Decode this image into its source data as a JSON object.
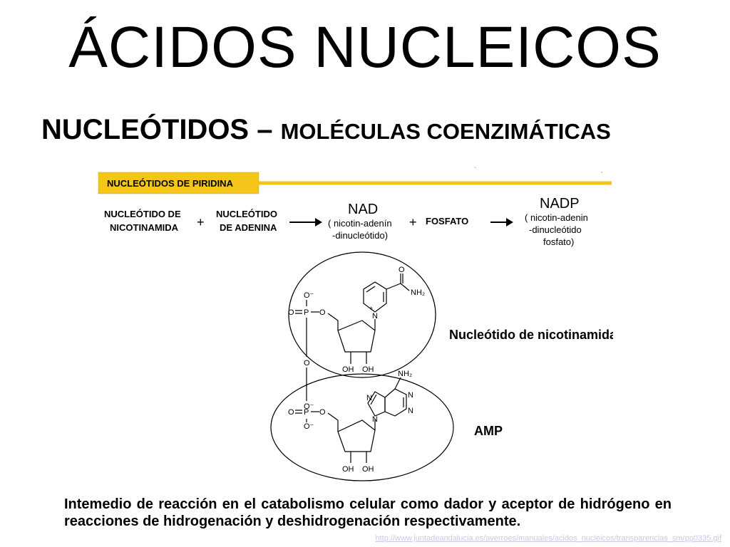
{
  "slide": {
    "title": "ÁCIDOS NUCLEICOS",
    "subtitle_main": "NUCLEÓTIDOS – ",
    "subtitle_rest": "MOLÉCULAS COENZIMÁTICAS"
  },
  "figure": {
    "banner_label": "NUCLEÓTIDOS DE PIRIDINA",
    "reaction": {
      "reactant1_line1": "NUCLEÓTIDO DE",
      "reactant1_line2": "NICOTINAMIDA",
      "plus": "+",
      "reactant2_line1": "NUCLEÓTIDO",
      "reactant2_line2": "DE ADENINA",
      "product1_name": "NAD",
      "product1_line1": "( nicotin-adenín",
      "product1_line2": "-dinucleótido)",
      "phosphate": "FOSFATO",
      "product2_name": "NADP",
      "product2_line1": "( nicotin-adenin",
      "product2_line2": "-dinucleótido",
      "product2_line3": "fosfato)"
    },
    "labels": {
      "nicotinamide_nucleotide": "Nucleótido de nicotinamida",
      "amp": "AMP"
    },
    "atoms": {
      "o": "O",
      "p": "P",
      "o_minus": "O⁻",
      "n": "N",
      "n_plus": "N",
      "plus_charge": "+",
      "nh2": "NH₂",
      "oh": "OH"
    }
  },
  "note": "Intemedio de reacción en el catabolismo celular como dador y aceptor de hidrógeno en reacciones de hidrogenación y deshidrogenación respectivamente.",
  "source_url": "http://www.juntadeandalucia.es/averroes/manuales/acidos_nucleicos/transparencias_sm/pp0335.gif",
  "colors": {
    "banner_fill": "#f5c518",
    "text": "#000000"
  }
}
